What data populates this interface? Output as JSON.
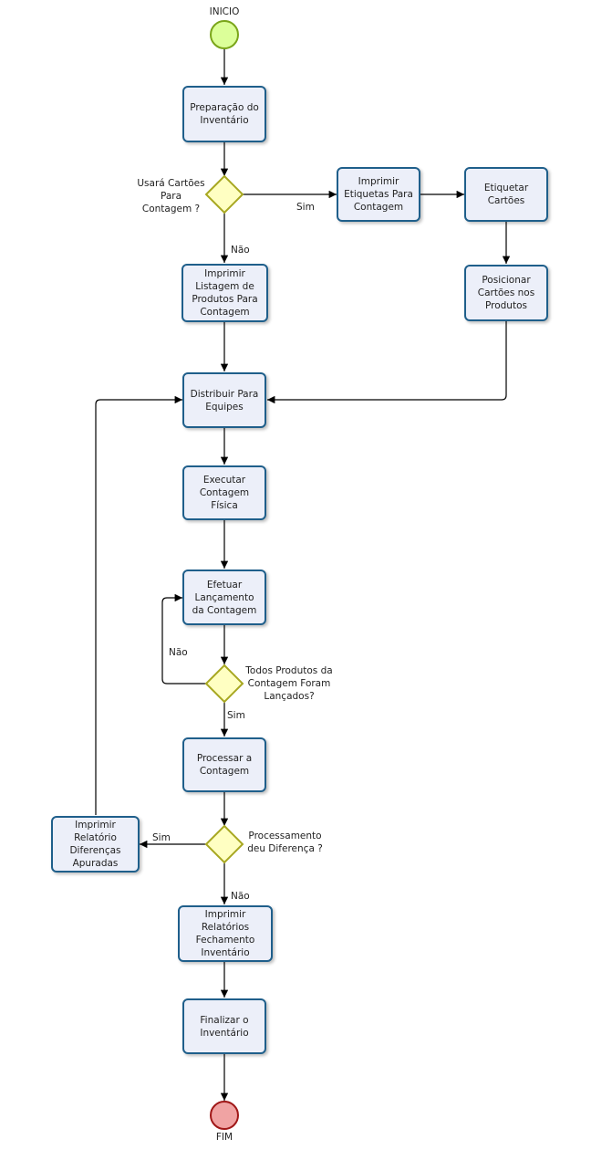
{
  "start_label": "INICIO",
  "end_label": "FIM",
  "nodes": {
    "preparacao": "Preparação do\nInventário",
    "imprimir_etiquetas": "Imprimir\nEtiquetas Para\nContagem",
    "etiquetar": "Etiquetar\nCartões",
    "imprimir_listagem": "Imprimir\nListagem de\nProdutos Para\nContagem",
    "posicionar": "Posicionar\nCartões nos\nProdutos",
    "distribuir": "Distribuir Para\nEquipes",
    "executar": "Executar\nContagem\nFísica",
    "efetuar": "Efetuar\nLançamento\nda Contagem",
    "processar": "Processar a\nContagem",
    "imprimir_relatorio_dif": "Imprimir\nRelatório\nDiferenças\nApuradas",
    "imprimir_relatorios_fech": "Imprimir\nRelatórios\nFechamento\nInventário",
    "finalizar": "Finalizar o\nInventário"
  },
  "decisions": {
    "cartoes": "Usará Cartões\nPara\nContagem ?",
    "todos": "Todos Produtos da\nContagem Foram\nLançados?",
    "diferenca": "Processamento\ndeu Diferença ?"
  },
  "edge_labels": {
    "cartoes_sim": "Sim",
    "cartoes_nao": "Não",
    "todos_nao": "Não",
    "todos_sim": "Sim",
    "diferenca_sim": "Sim",
    "diferenca_nao": "Não"
  },
  "colors": {
    "task_fill": "#eceff9",
    "task_border": "#1f5f8b",
    "start_fill": "#dcff99",
    "start_border": "#7aa51a",
    "end_fill": "#f0a3a3",
    "end_border": "#a01818",
    "decision_fill": "#ffffc2",
    "decision_border": "#a7a721"
  }
}
